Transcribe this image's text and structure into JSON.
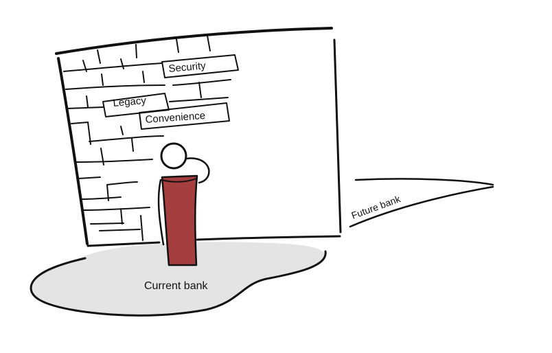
{
  "wall_labels": {
    "security": "Security",
    "legacy": "Legacy",
    "convenience": "Convenience"
  },
  "current_bank_label": "Current bank",
  "future_bank_label": "Future bank",
  "colors": {
    "ink": "#111111",
    "puddle": "#e4e4e4",
    "figure_body": "#a53e3e",
    "background": "#ffffff"
  }
}
